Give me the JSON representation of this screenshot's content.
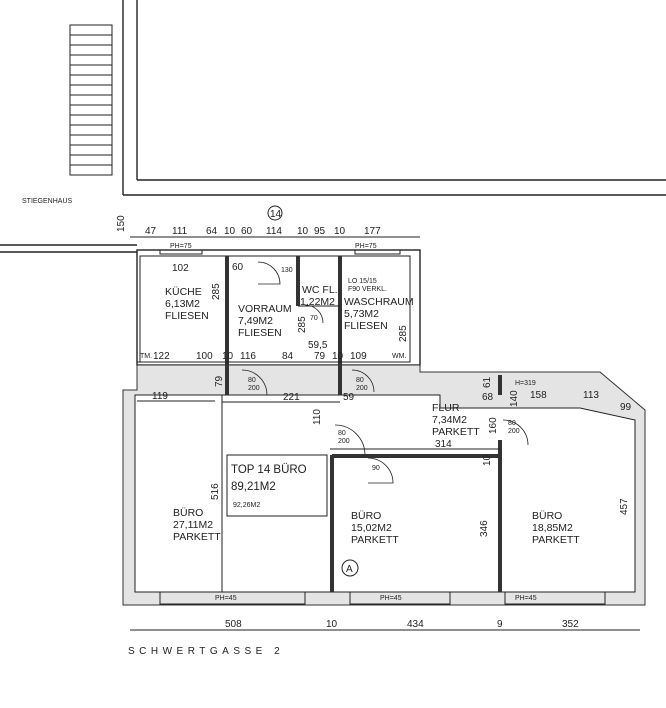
{
  "title": {
    "label": "STIEGENHAUS",
    "unit_no": "14",
    "street": "SCHWERTGASSE 2"
  },
  "summary": {
    "name": "TOP 14 BÜRO",
    "area": "89,21M2",
    "gross_area": "92,26M2"
  },
  "axis_marker": "A",
  "rooms": [
    {
      "name": "KÜCHE",
      "area": "6,13M2",
      "floor": "FLIESEN"
    },
    {
      "name": "VORRAUM",
      "area": "7,49M2",
      "floor": "FLIESEN"
    },
    {
      "name": "WC FL.",
      "area": "1,22M2",
      "floor": ""
    },
    {
      "name": "WASCHRAUM",
      "area": "5,73M2",
      "floor": "FLIESEN"
    },
    {
      "name": "FLUR",
      "area": "7,34M2",
      "floor": "PARKETT"
    },
    {
      "name": "BÜRO",
      "area": "27,11M2",
      "floor": "PARKETT"
    },
    {
      "name": "BÜRO",
      "area": "15,02M2",
      "floor": "PARKETT"
    },
    {
      "name": "BÜRO",
      "area": "18,85M2",
      "floor": "PARKETT"
    }
  ],
  "notes": {
    "shaft": "LO 15/15",
    "shaft2": "F90 VERKL.",
    "ph75": "PH=75",
    "ph45": "PH=45",
    "h319": "H=319",
    "tm": "TM.",
    "wm": "WM."
  },
  "dims_top": [
    "47",
    "111",
    "64",
    "10",
    "60",
    "114",
    "10",
    "95",
    "10",
    "177"
  ],
  "dims_mid": [
    "122",
    "100",
    "10",
    "116",
    "84",
    "79",
    "10",
    "109"
  ],
  "dims_bottom": [
    "508",
    "10",
    "434",
    "9",
    "352"
  ],
  "dims_misc": {
    "d150": "150",
    "d102": "102",
    "d285a": "285",
    "d60": "60",
    "d285b": "285",
    "d285c": "285",
    "d595": "59,5",
    "d79": "79",
    "d119": "119",
    "d221": "221",
    "d59": "59",
    "d110": "110",
    "d516": "516",
    "d61": "61",
    "d68": "68",
    "d140": "140",
    "d158": "158",
    "d113": "113",
    "d99": "99",
    "d160": "160",
    "d314": "314",
    "d10": "10",
    "d346": "346",
    "d457": "457"
  },
  "doors": {
    "d80": "80",
    "d200": "200",
    "d70": "70",
    "d90": "90",
    "d130": "130"
  }
}
